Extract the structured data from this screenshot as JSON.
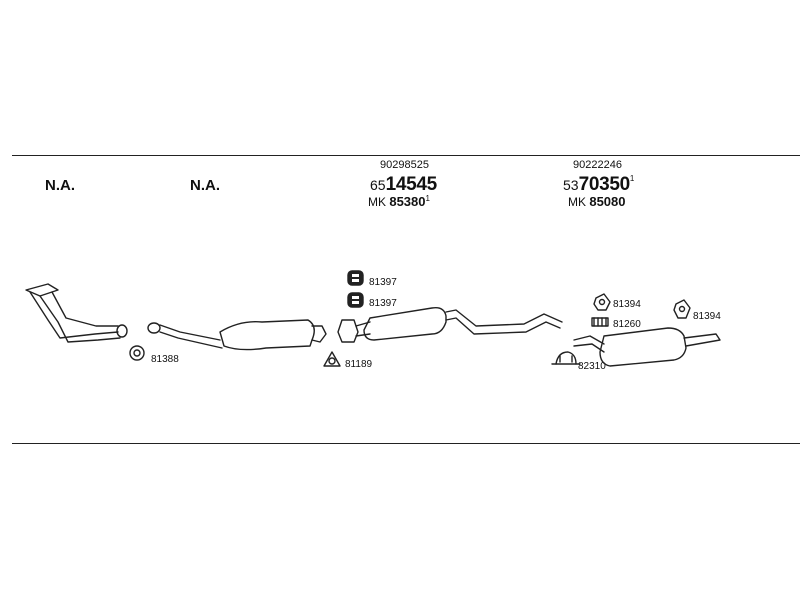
{
  "columns": [
    {
      "label": "N.A."
    },
    {
      "label": "N.A."
    },
    {
      "oe_number": "90298525",
      "part_prefix": "65",
      "part_main": "14545",
      "mk_label": "MK",
      "mk_number": "85380",
      "mk_sup": "1"
    },
    {
      "oe_number": "90222246",
      "part_prefix": "53",
      "part_main": "70350",
      "part_sup": "1",
      "mk_label": "MK",
      "mk_number": "85080"
    }
  ],
  "accessories": [
    {
      "code": "81388",
      "icon": "ring-icon"
    },
    {
      "code": "81397",
      "icon": "rubber-mount-icon"
    },
    {
      "code": "81397",
      "icon": "rubber-mount-icon"
    },
    {
      "code": "81189",
      "icon": "flange-gasket-icon"
    },
    {
      "code": "81394",
      "icon": "rubber-mount-icon"
    },
    {
      "code": "81260",
      "icon": "clamp-icon"
    },
    {
      "code": "81394",
      "icon": "rubber-mount-icon"
    },
    {
      "code": "82310",
      "icon": "clamp-icon"
    }
  ]
}
